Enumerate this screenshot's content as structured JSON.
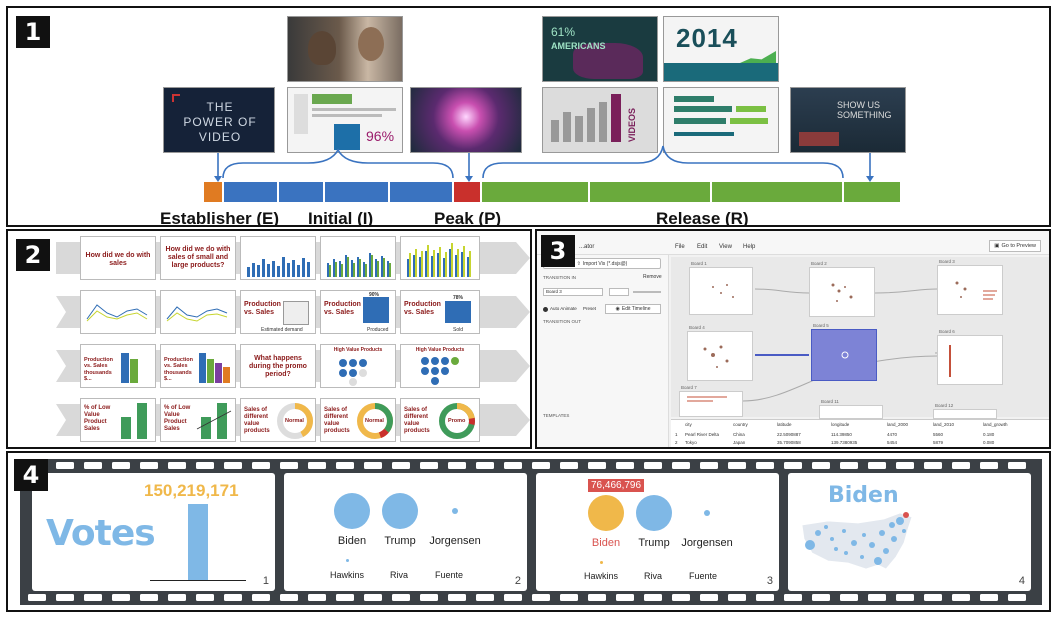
{
  "panels": {
    "p1": {
      "number": "1"
    },
    "p2": {
      "number": "2"
    },
    "p3": {
      "number": "3"
    },
    "p4": {
      "number": "4"
    }
  },
  "panel1": {
    "thumb_text": {
      "power_of_video": "THE POWER OF VIDEO",
      "percent": "96%",
      "americans_pct": "61%",
      "americans": "AMERICANS",
      "year": "2014",
      "videos": "VIDEOS",
      "something": "SHOW US SOMETHING"
    },
    "stages": {
      "establisher": "Establisher (E)",
      "initial": "Initial (I)",
      "peak": "Peak (P)",
      "release": "Release (R)"
    },
    "colors": {
      "establisher": "#e07b22",
      "initial": "#3a73c0",
      "peak": "#c9302c",
      "release": "#6aaa3c"
    }
  },
  "panel2": {
    "slides": {
      "r1c1": "How did we do with sales",
      "r1c2": "How did we do with sales of small and large products?",
      "r2c3": "Production vs. Sales",
      "r2c3_sub": "Estimated demand",
      "r2c4": "Production vs. Sales",
      "r2c4_pct": "90%",
      "r2c4_sub": "Produced",
      "r2c5": "Production vs. Sales",
      "r2c5_pct": "78%",
      "r2c5_sub": "Sold",
      "r3c1": "Production vs. Sales thousands $...",
      "r3c2": "Production vs. Sales thousands $...",
      "r3c3": "What happens during the promo period?",
      "r3c4": "High Value Products",
      "r3c5": "High Value Products",
      "r4c1": "% of Low Value Product Sales",
      "r4c2": "% of Low Value Product Sales",
      "r4c3": "Sales of different value products",
      "r4c3_donut": "Normal",
      "r4c4": "Sales of different value products",
      "r4c4_donut": "Normal",
      "r4c5": "Sales of different value products",
      "r4c5_donut": "Promo"
    }
  },
  "panel3": {
    "app_title": "...ator",
    "menu": [
      "File",
      "Edit",
      "View",
      "Help"
    ],
    "go_preview": "Go to Preview",
    "import_button": "Import Vis (*.dsjs@)",
    "transition_in": "TRANSITION IN",
    "remove": "Remove",
    "transition_out": "TRANSITION OUT",
    "templates": "TEMPLATES",
    "preset": "Preset",
    "edit_timeline": "Edit Timeline",
    "auto_animate": "Auto Animate",
    "board_select": "Board 3",
    "boards": [
      "Board 1",
      "Board 2",
      "Board 3",
      "Board 4",
      "Board 5",
      "Board 6",
      "Board 7",
      "Board 11",
      "Board 12"
    ],
    "table": {
      "headers": [
        "city",
        "country",
        "latitude",
        "longitude",
        "land_2000",
        "land_2010",
        "land_growth"
      ],
      "rows": [
        [
          "1",
          "Pearl River Delta",
          "China",
          "22.5090887",
          "114.39850",
          "4470",
          "5560",
          "0.180"
        ],
        [
          "2",
          "Tokyo",
          "Japan",
          "35.7090858",
          "139.7380935",
          "5454",
          "5879",
          "0.080"
        ]
      ]
    }
  },
  "panel4": {
    "frame1": {
      "word": "Votes",
      "number": "150,219,171",
      "index": "1",
      "bar_value": 150219171
    },
    "frame2": {
      "names": [
        "Biden",
        "Trump",
        "Jorgensen"
      ],
      "small": [
        "Hawkins",
        "Riva",
        "Fuente"
      ],
      "index": "2"
    },
    "frame3": {
      "names": [
        "Biden",
        "Trump",
        "Jorgensen"
      ],
      "small": [
        "Hawkins",
        "Riva",
        "Fuente"
      ],
      "highlight": "76,466,796",
      "index": "3"
    },
    "frame4": {
      "word": "Biden",
      "index": "4"
    },
    "colors": {
      "blue": "#7fb8e6",
      "gold": "#f0b84a",
      "red": "#d9534f",
      "film": "#3b4045"
    }
  }
}
